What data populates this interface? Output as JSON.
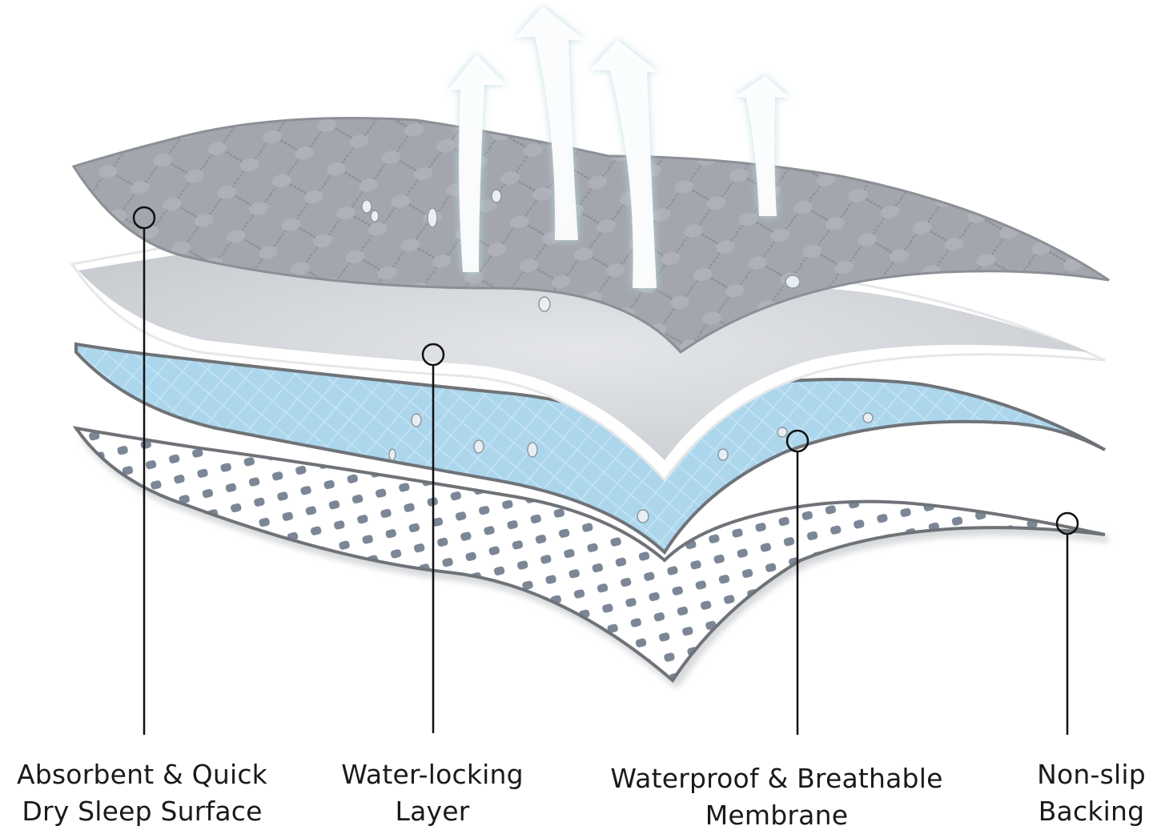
{
  "diagram": {
    "subject": "layered pad cross-section",
    "colors": {
      "top_layer": "#9ea2a8",
      "top_layer_dark": "#8a8e95",
      "fill_layer": "#d4d6da",
      "membrane_layer": "#a9d4ea",
      "backing_dots": "#7a8594",
      "edge": "#6f7378",
      "arrow": "#ffffff",
      "arrow_glow": "#bcd9e3",
      "leader": "#111111",
      "text": "#1a1a1a"
    },
    "layers": [
      {
        "id": "surface",
        "label_line1": "Absorbent & Quick",
        "label_line2": "Dry Sleep Surface"
      },
      {
        "id": "locking",
        "label_line1": "Water-locking",
        "label_line2": "Layer"
      },
      {
        "id": "membrane",
        "label_line1": "Waterproof & Breathable",
        "label_line2": "Membrane"
      },
      {
        "id": "backing",
        "label_line1": "Non-slip",
        "label_line2": "Backing"
      }
    ],
    "arrows_count": 4
  }
}
